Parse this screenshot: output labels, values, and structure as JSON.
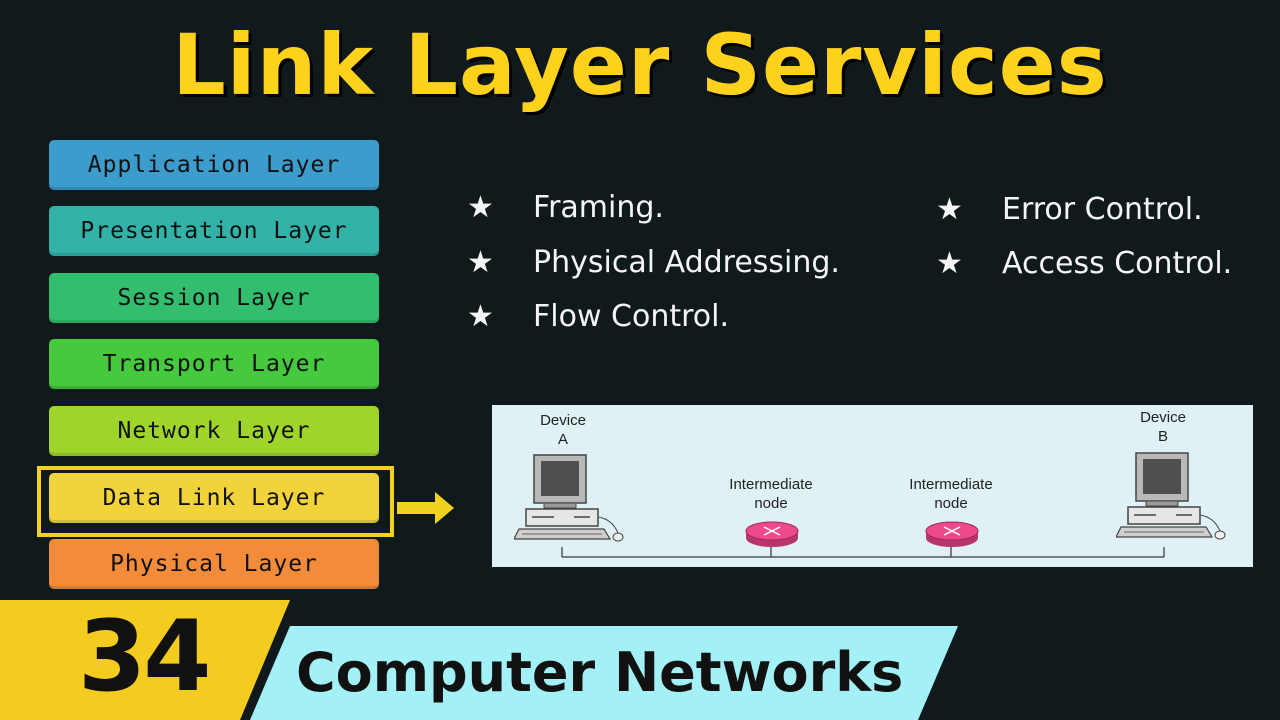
{
  "title": "Link Layer Services",
  "osi_layers": [
    {
      "label": "Application Layer",
      "color": "#3c9ccb"
    },
    {
      "label": "Presentation Layer",
      "color": "#33b3a8"
    },
    {
      "label": "Session Layer",
      "color": "#33bd6f"
    },
    {
      "label": "Transport Layer",
      "color": "#46c83f"
    },
    {
      "label": "Network Layer",
      "color": "#9fd52b"
    },
    {
      "label": "Data Link Layer",
      "color": "#f1d43c"
    },
    {
      "label": "Physical Layer",
      "color": "#f28c3a"
    }
  ],
  "highlighted_layer": "Data Link Layer",
  "services_left": [
    "Framing.",
    "Physical Addressing.",
    "Flow Control."
  ],
  "services_right": [
    "Error Control.",
    "Access Control."
  ],
  "bullet_symbol": "★",
  "network": {
    "device_a_label": "Device\nA",
    "device_b_label": "Device\nB",
    "node1_label": "Intermediate\nnode",
    "node2_label": "Intermediate\nnode"
  },
  "episode_number": "34",
  "series_title": "Computer Networks",
  "colors": {
    "title": "#fdd11c",
    "highlight_border": "#f0d21f",
    "number_banner": "#f4cc1f",
    "series_banner": "#a3f0f7",
    "network_panel": "#dff1f4",
    "router": "#ee4a8a"
  }
}
